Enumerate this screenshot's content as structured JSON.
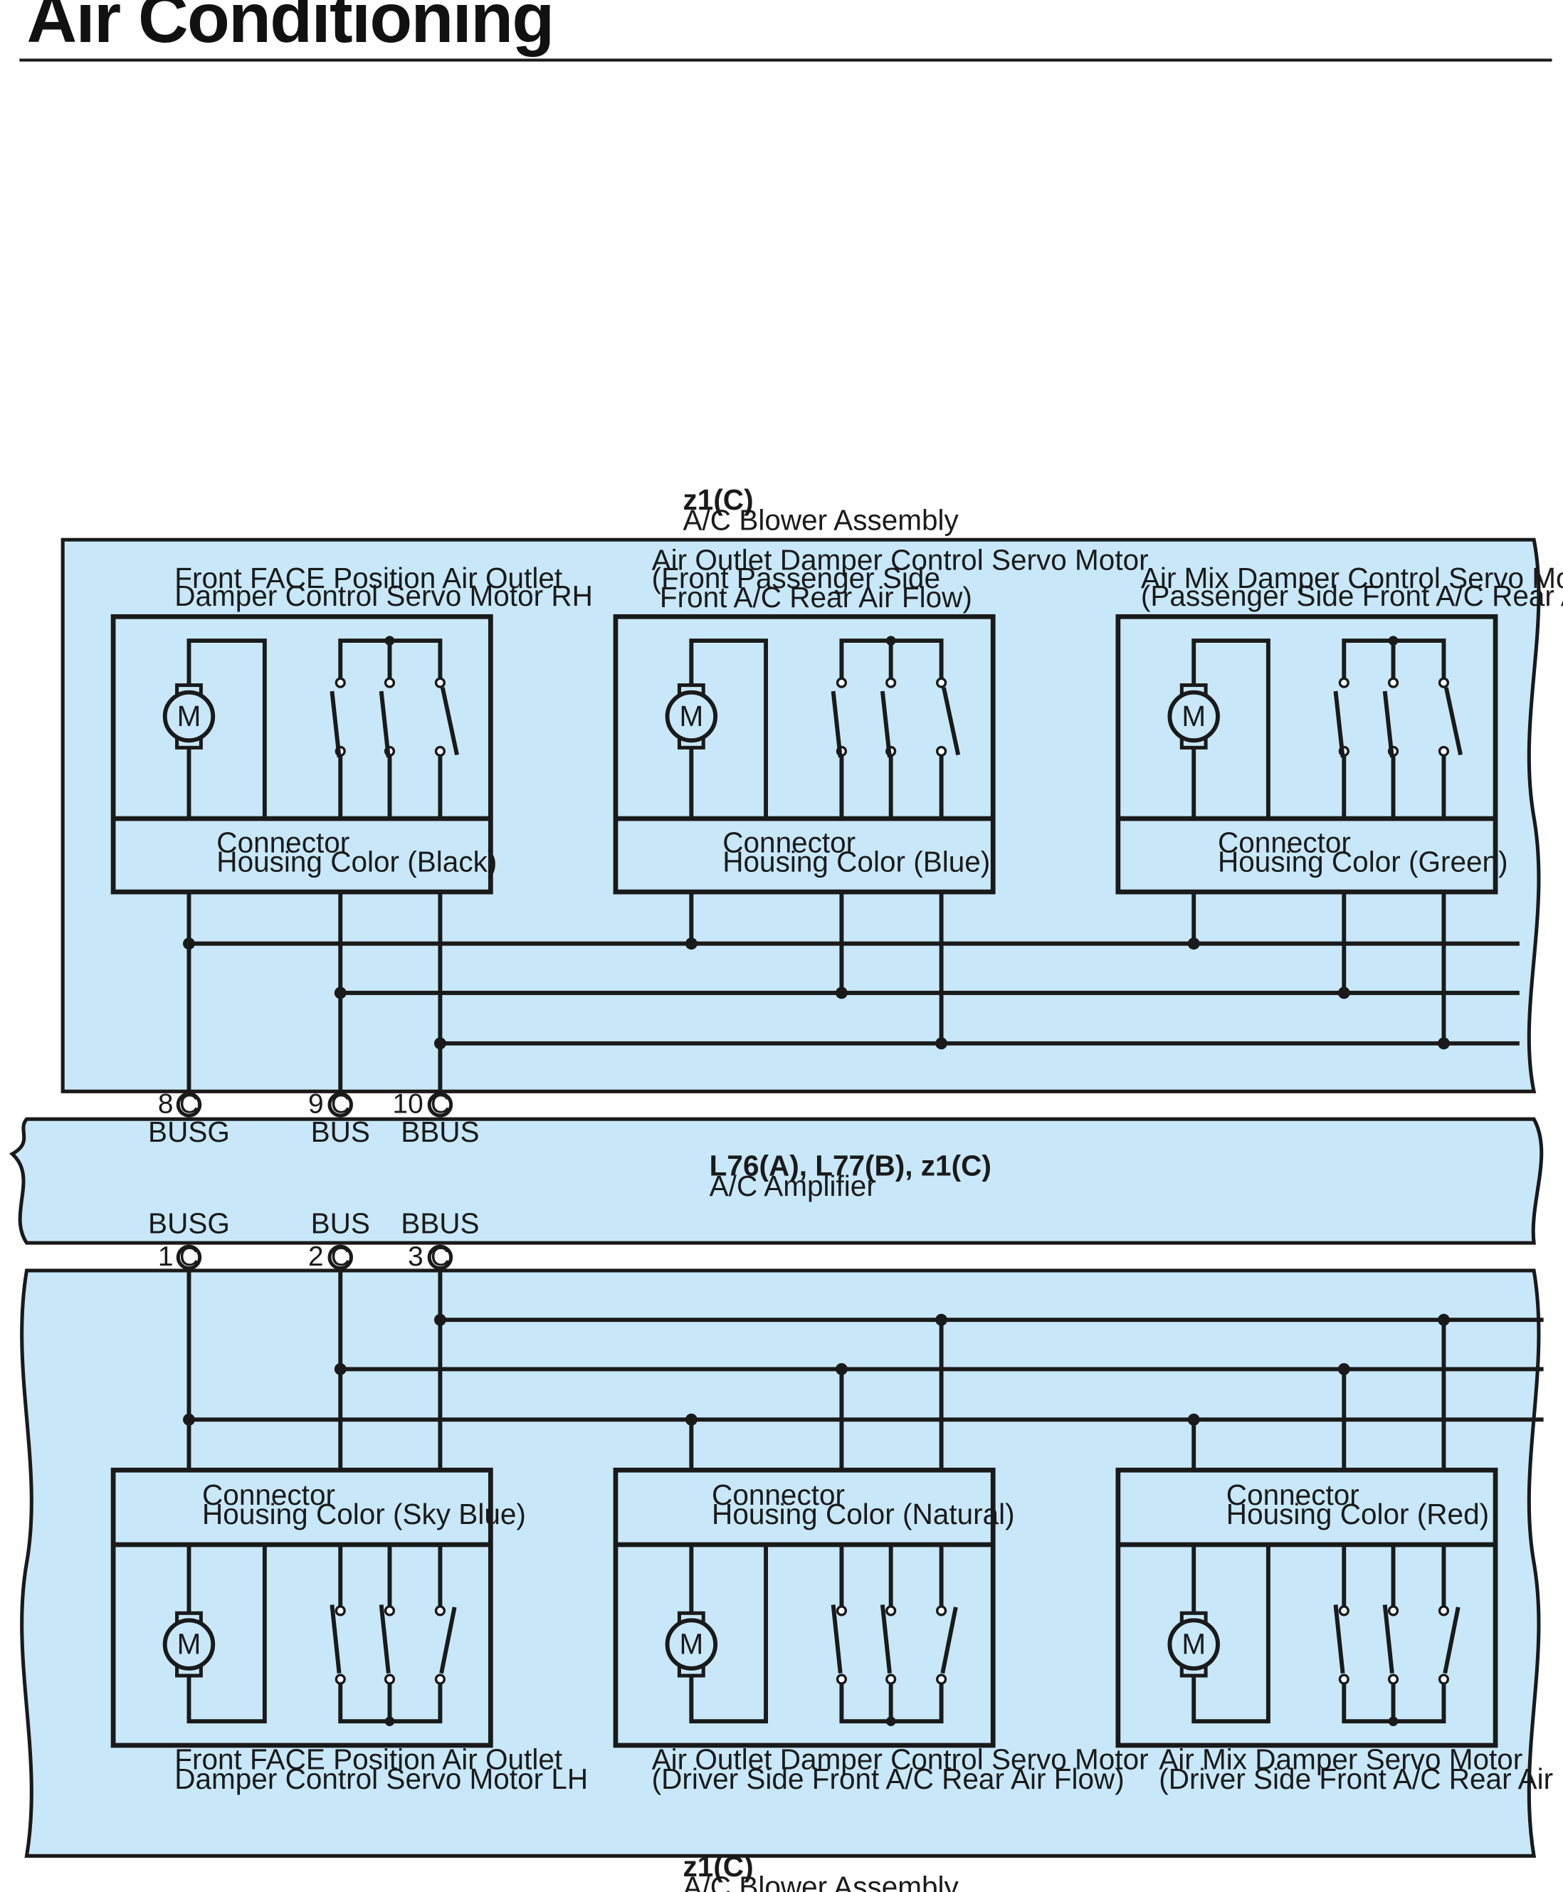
{
  "page": {
    "title": "Air Conditioning"
  },
  "colors": {
    "panel_fill": "#c8e8f9",
    "line": "#1a1a1a"
  },
  "top_assembly": {
    "code": "z1(C)",
    "name": "A/C Blower Assembly",
    "motors": [
      {
        "title_lines": [
          "Front FACE Position Air Outlet",
          "Damper Control Servo Motor RH"
        ],
        "connector_lines": [
          "Connector",
          "Housing Color (Black)"
        ],
        "motor_symbol": "M"
      },
      {
        "title_lines": [
          "Air Outlet Damper Control Servo Motor",
          "(Front Passenger Side",
          " Front A/C Rear Air Flow)"
        ],
        "connector_lines": [
          "Connector",
          "Housing Color (Blue)"
        ],
        "motor_symbol": "M"
      },
      {
        "title_lines": [
          "Air Mix Damper Control Servo Motor",
          "(Passenger Side Front A/C Rear Air Flow)"
        ],
        "connector_lines": [
          "Connector",
          "Housing Color (Green)"
        ],
        "motor_symbol": "M"
      }
    ],
    "pins": [
      {
        "number": "8",
        "connector": "C",
        "signal": "BUSG"
      },
      {
        "number": "9",
        "connector": "C",
        "signal": "BUS"
      },
      {
        "number": "10",
        "connector": "C",
        "signal": "BBUS"
      }
    ]
  },
  "amplifier": {
    "code": "L76(A), L77(B), z1(C)",
    "name": "A/C Amplifier"
  },
  "bottom_assembly": {
    "code": "z1(C)",
    "name": "A/C Blower Assembly",
    "pins": [
      {
        "number": "1",
        "connector": "C",
        "signal": "BUSG"
      },
      {
        "number": "2",
        "connector": "C",
        "signal": "BUS"
      },
      {
        "number": "3",
        "connector": "C",
        "signal": "BBUS"
      }
    ],
    "motors": [
      {
        "title_lines": [
          "Front FACE Position Air Outlet",
          "Damper Control Servo Motor LH"
        ],
        "connector_lines": [
          "Connector",
          "Housing Color (Sky Blue)"
        ],
        "motor_symbol": "M"
      },
      {
        "title_lines": [
          "Air Outlet Damper Control Servo Motor",
          "(Driver Side Front A/C Rear Air Flow)"
        ],
        "connector_lines": [
          "Connector",
          "Housing Color (Natural)"
        ],
        "motor_symbol": "M"
      },
      {
        "title_lines": [
          "Air Mix Damper Servo Motor",
          "(Driver Side Front A/C Rear Air Flow)"
        ],
        "connector_lines": [
          "Connector",
          "Housing Color (Red)"
        ],
        "motor_symbol": "M"
      }
    ]
  }
}
